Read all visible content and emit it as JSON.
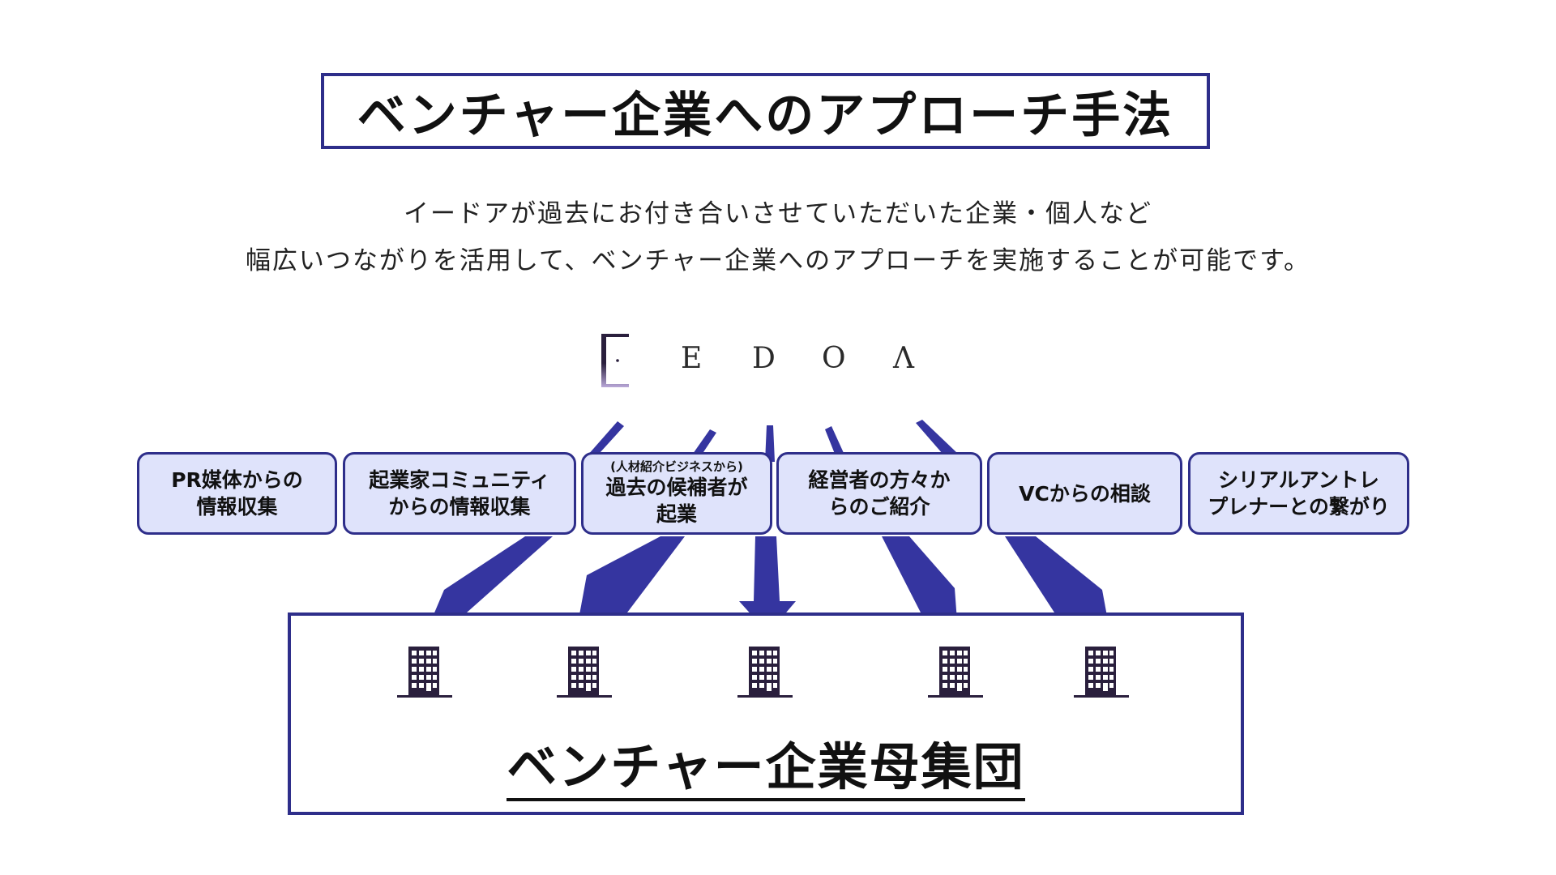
{
  "title": "ベンチャー企業へのアプローチ手法",
  "subtitle": [
    "イードアが過去にお付き合いさせていただいた企業・個人など",
    "幅広いつながりを活用して、ベンチャー企業へのアプローチを実施することが可能です。"
  ],
  "logo": {
    "letters": [
      "E",
      "D",
      "O",
      "Λ"
    ]
  },
  "sources": [
    {
      "lines": [
        "PR媒体からの",
        "情報収集"
      ]
    },
    {
      "lines": [
        "起業家コミュニティ",
        "からの情報収集"
      ]
    },
    {
      "note": "(人材紹介ビジネスから)",
      "lines": [
        "過去の候補者が",
        "起業"
      ]
    },
    {
      "lines": [
        "経営者の方々か",
        "らのご紹介"
      ]
    },
    {
      "lines": [
        "VCからの相談"
      ]
    },
    {
      "lines": [
        "シリアルアントレ",
        "プレナーとの繋がり"
      ]
    }
  ],
  "target": {
    "label": "ベンチャー企業母集団",
    "building_count": 5
  },
  "colors": {
    "accent": "#2e2e8a",
    "box_fill": "#dfe3fb",
    "arrow": "#3535a0",
    "building": "#2a1f3d"
  }
}
